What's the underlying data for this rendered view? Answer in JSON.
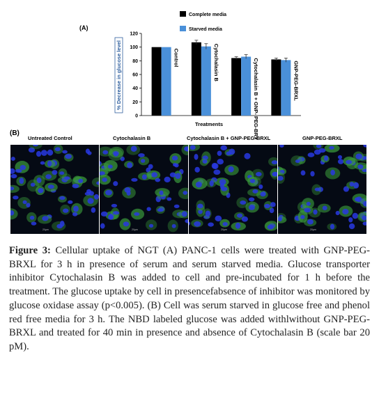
{
  "chart_data": {
    "type": "bar",
    "panel_label": "(A)",
    "ylabel": "% Decrease in glucose level",
    "xlabel": "Treatments",
    "ylim": [
      0,
      120
    ],
    "yticks": [
      "0",
      "20",
      "40",
      "60",
      "80",
      "100",
      "120"
    ],
    "categories": [
      "Control",
      "Cytochalasin B",
      "Cytochalasin B + GNP- PEG-BRXL",
      "GNP-PEG-BRXL"
    ],
    "series": [
      {
        "name": "Complete media",
        "color": "#000000",
        "values": [
          100,
          107,
          84,
          82
        ],
        "errors": [
          0,
          3,
          2,
          2
        ]
      },
      {
        "name": "Starved media",
        "color": "#4a90d9",
        "values": [
          100,
          101,
          86,
          81
        ],
        "errors": [
          0,
          4,
          3,
          3
        ]
      }
    ],
    "grid": false,
    "legend_position": "top-right"
  },
  "panel_b": {
    "label": "(B)",
    "titles": [
      "Untreated Control",
      "Cytochalasin B",
      "Cytochalasin B + GNP-PEG-BRXL",
      "GNP-PEG-BRXL"
    ],
    "scale_labels": [
      "20μm",
      "20μm",
      "20μm",
      "20μm"
    ],
    "colors": {
      "nucleus": "#2838e0",
      "cell": "#3a9a3c"
    }
  },
  "caption": {
    "label": "Figure 3:",
    "text": "Cellular uptake of NGT (A) PANC-1 cells were treated with GNP-PEG-BRXL for 3 h in presence of serum and serum starved media. Glucose transporter inhibitor Cytochalasin B was added to cell and pre-incubated for 1 h before the treatment. The glucose uptake by cell in presencefabsence of inhibitor was monitored by glucose oxidase assay (p<0.005). (B) Cell was serum starved in glucose free and phenol red free media for 3 h. The NBD labeled glucose was added withlwithout GNP-PEG-BRXL and treated for 40 min in presence and absence of Cytochalasin B (scale bar 20 pM)."
  }
}
